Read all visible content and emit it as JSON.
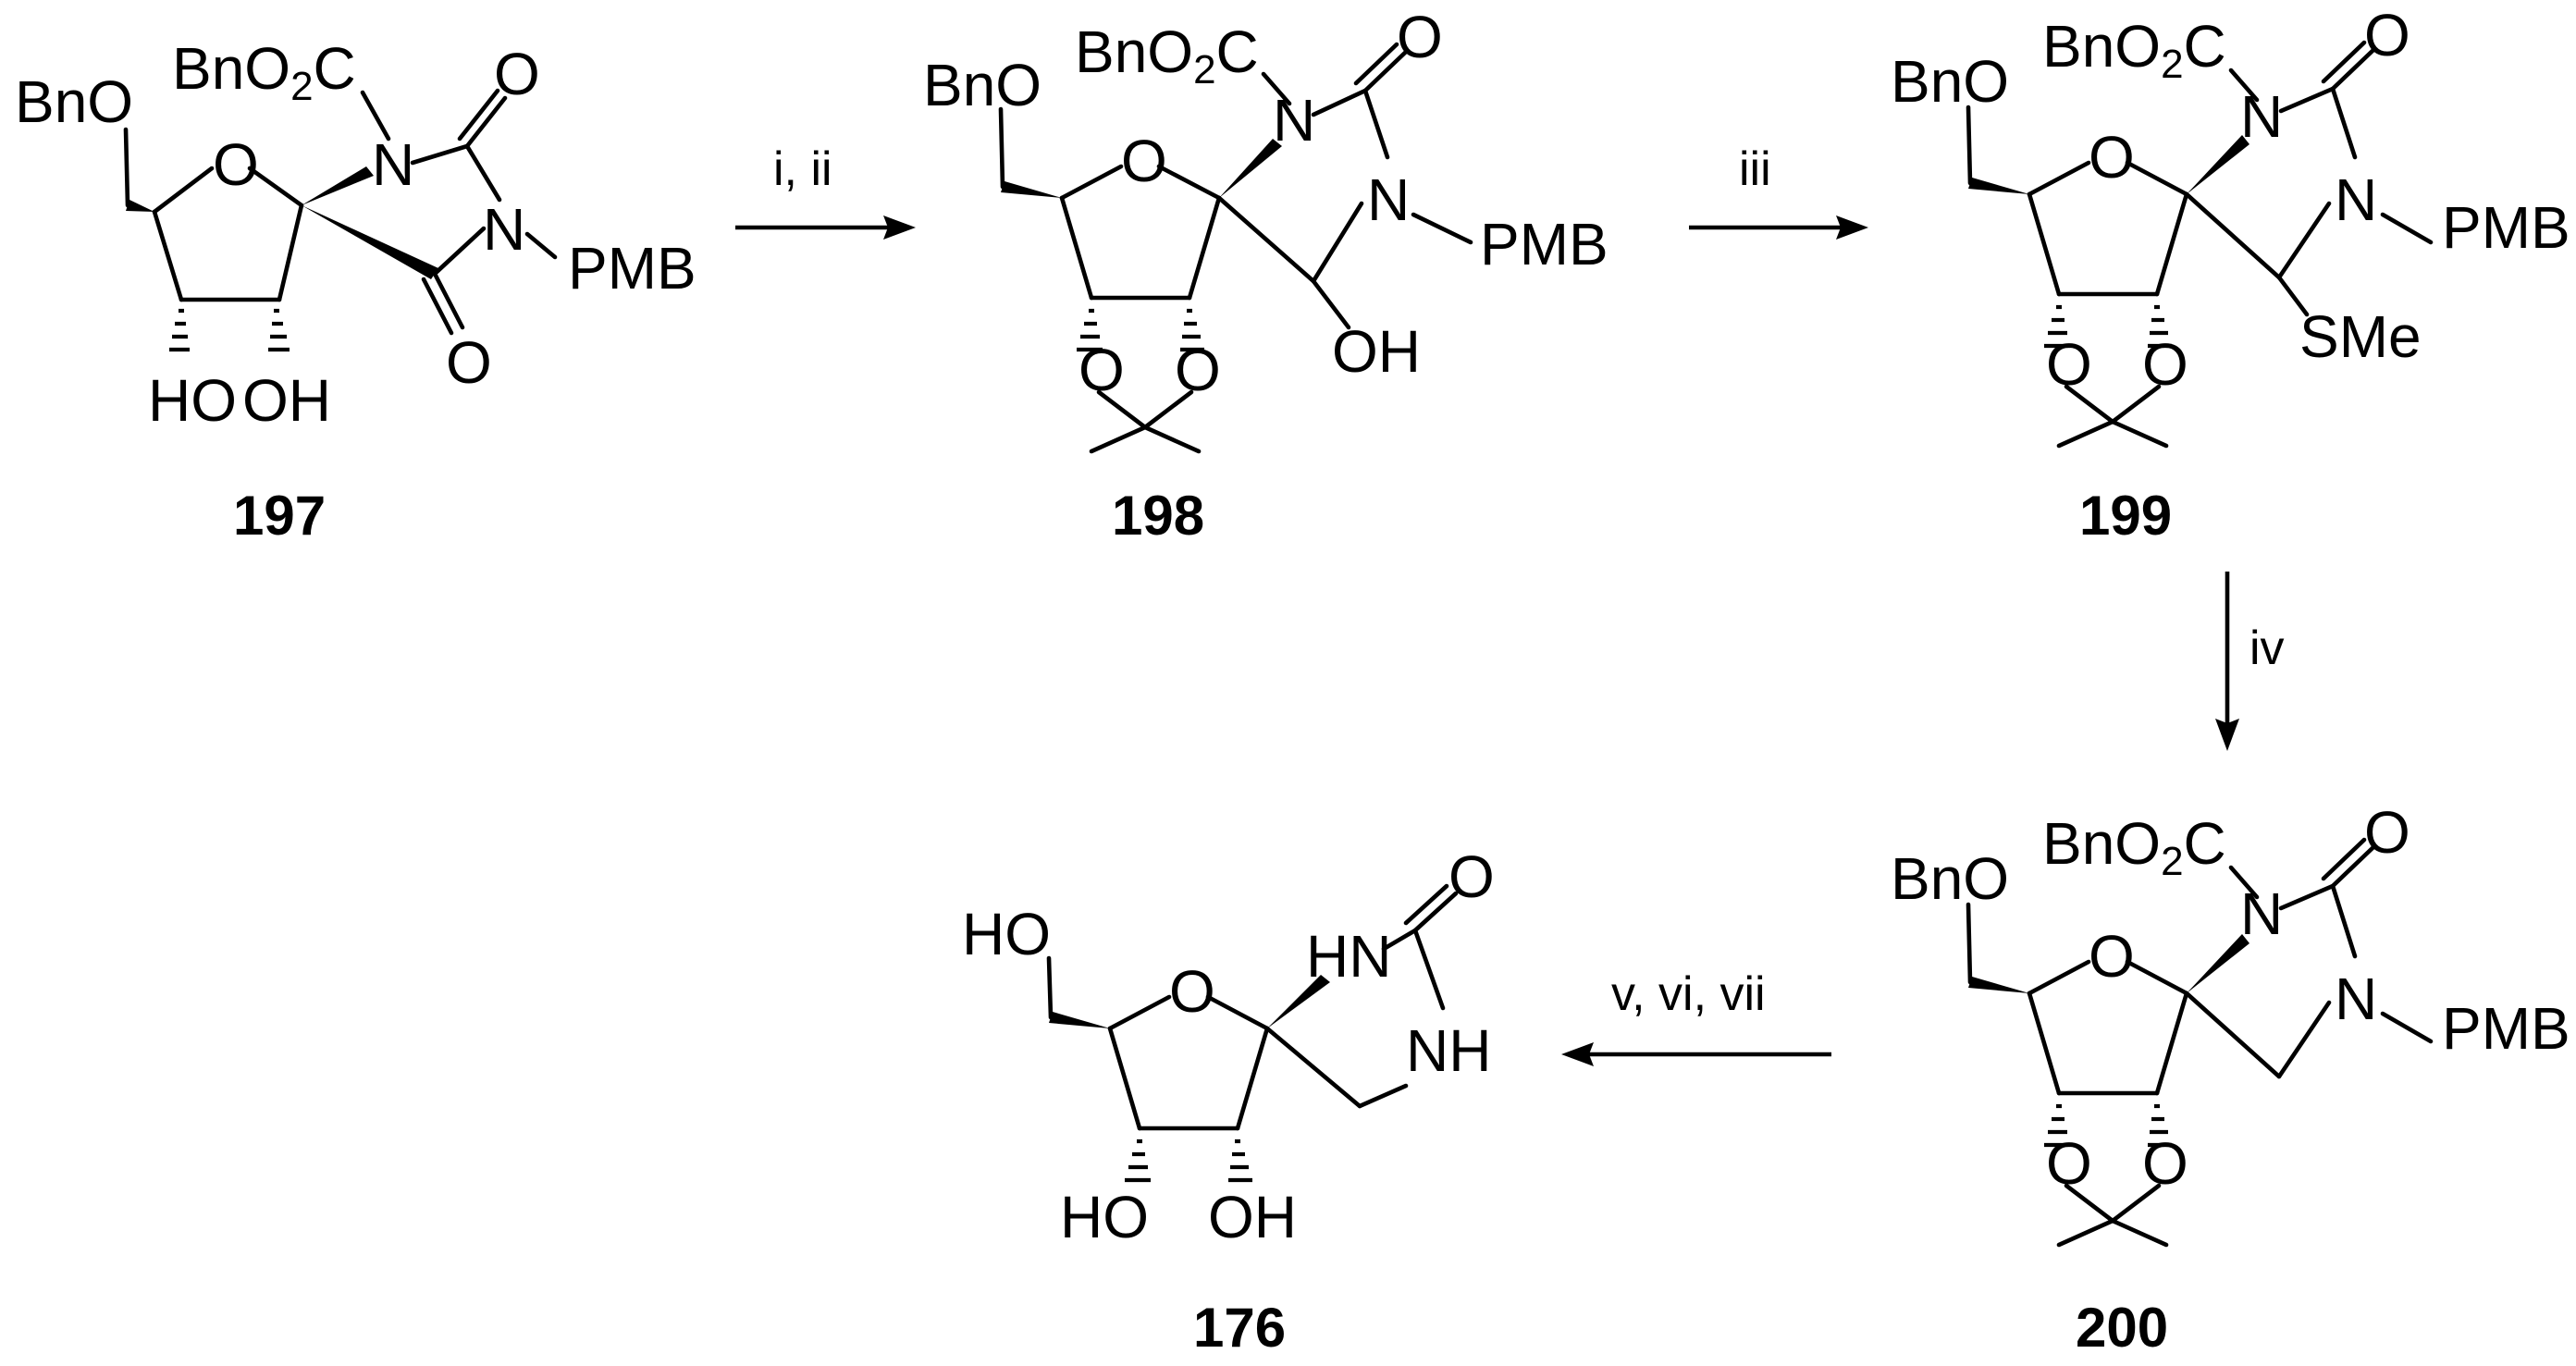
{
  "compounds": [
    {
      "id": "197"
    },
    {
      "id": "198"
    },
    {
      "id": "199"
    },
    {
      "id": "200"
    },
    {
      "id": "176"
    }
  ],
  "conditions": {
    "step1": "i, ii",
    "step2": "iii",
    "step3": "iv",
    "step4": "v, vi, vii"
  },
  "atoms": {
    "bno": "BnO",
    "bno2c_a": "BnO",
    "bno2c_b": "C",
    "sub2": "2",
    "o": "O",
    "n": "N",
    "pmb": "PMB",
    "oh": "OH",
    "ho": "HO",
    "sme": "SMe",
    "hn": "HN",
    "nh": "NH"
  }
}
